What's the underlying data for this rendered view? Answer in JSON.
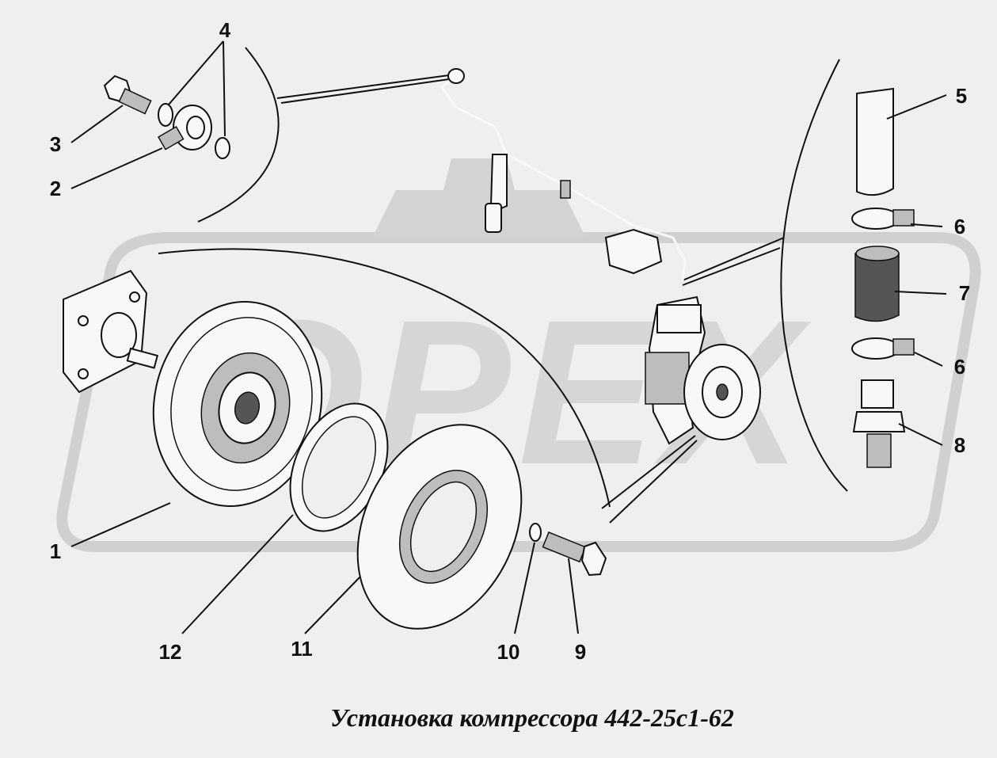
{
  "diagram": {
    "caption": "Установка компрессора 442-25с1-62",
    "watermark_text": "OPEX",
    "callouts": [
      "1",
      "2",
      "3",
      "4",
      "5",
      "6",
      "6",
      "7",
      "8",
      "9",
      "10",
      "11",
      "12"
    ],
    "colors": {
      "background": "#efefef",
      "watermark": "#d3d3d3",
      "ink": "#111111"
    }
  }
}
